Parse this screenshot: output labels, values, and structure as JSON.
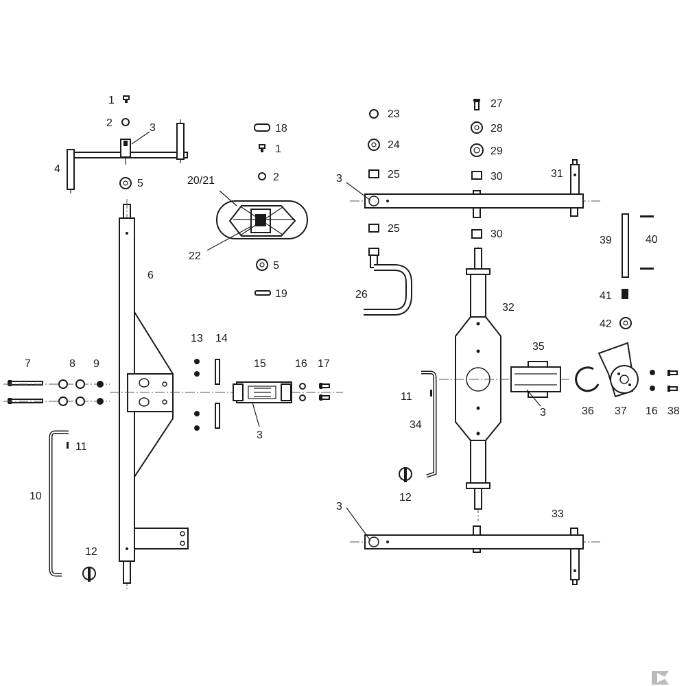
{
  "diagram": {
    "labels": {
      "l1": "1",
      "l2": "2",
      "l3": "3",
      "l4": "4",
      "l5": "5",
      "l6": "6",
      "l7": "7",
      "l8": "8",
      "l9": "9",
      "l10": "10",
      "l11": "11",
      "l12": "12",
      "l13": "13",
      "l14": "14",
      "l15": "15",
      "l16": "16",
      "l17": "17",
      "l18": "18",
      "l19": "19",
      "l20_21": "20/21",
      "l22": "22",
      "l23": "23",
      "l24": "24",
      "l25": "25",
      "l26": "26",
      "l27": "27",
      "l28": "28",
      "l29": "29",
      "l30": "30",
      "l31": "31",
      "l32": "32",
      "l33": "33",
      "l34": "34",
      "l35": "35",
      "l36": "36",
      "l37": "37",
      "l38": "38",
      "l39": "39",
      "l40": "40",
      "l41": "41",
      "l42": "42"
    }
  }
}
